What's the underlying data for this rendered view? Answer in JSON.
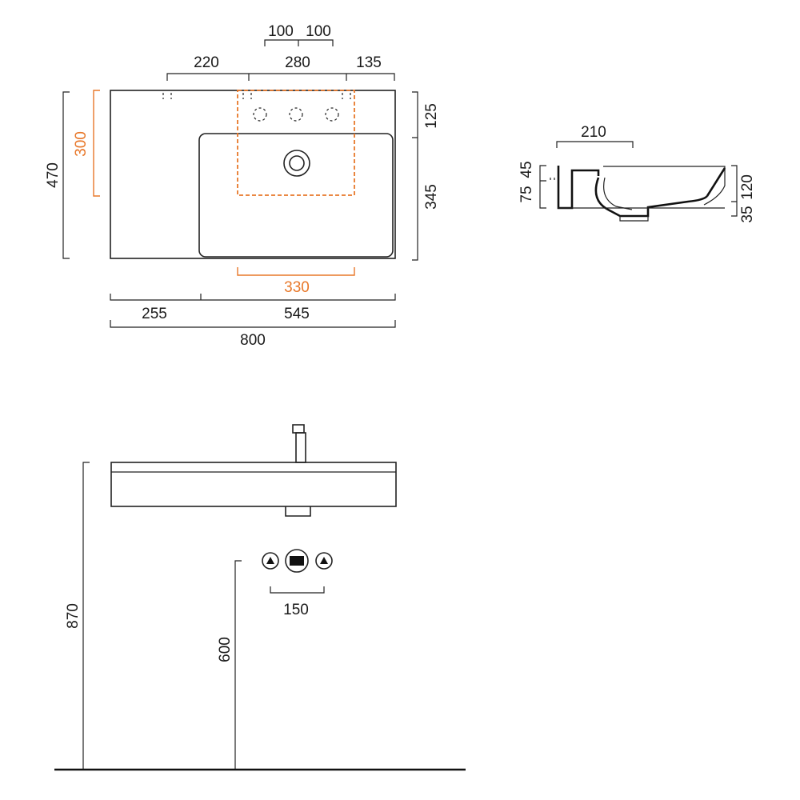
{
  "top_view": {
    "tap_spacing_left": "100",
    "tap_spacing_right": "100",
    "offset_left": "220",
    "offset_middle": "280",
    "offset_right": "135",
    "height_total": "470",
    "tap_zone_height": "300",
    "depth_top": "125",
    "depth_bottom": "345",
    "tap_zone_width": "330",
    "shelf_width": "255",
    "bowl_width": "545",
    "total_width": "800"
  },
  "side_section": {
    "bowl_offset": "210",
    "rim_height": "45",
    "front_height": "75",
    "bowl_depth": "120",
    "base_height": "35"
  },
  "front_view": {
    "mount_height": "870",
    "outlet_height": "600",
    "connector_spacing": "150"
  },
  "colors": {
    "line": "#222222",
    "accent": "#e8782a"
  }
}
